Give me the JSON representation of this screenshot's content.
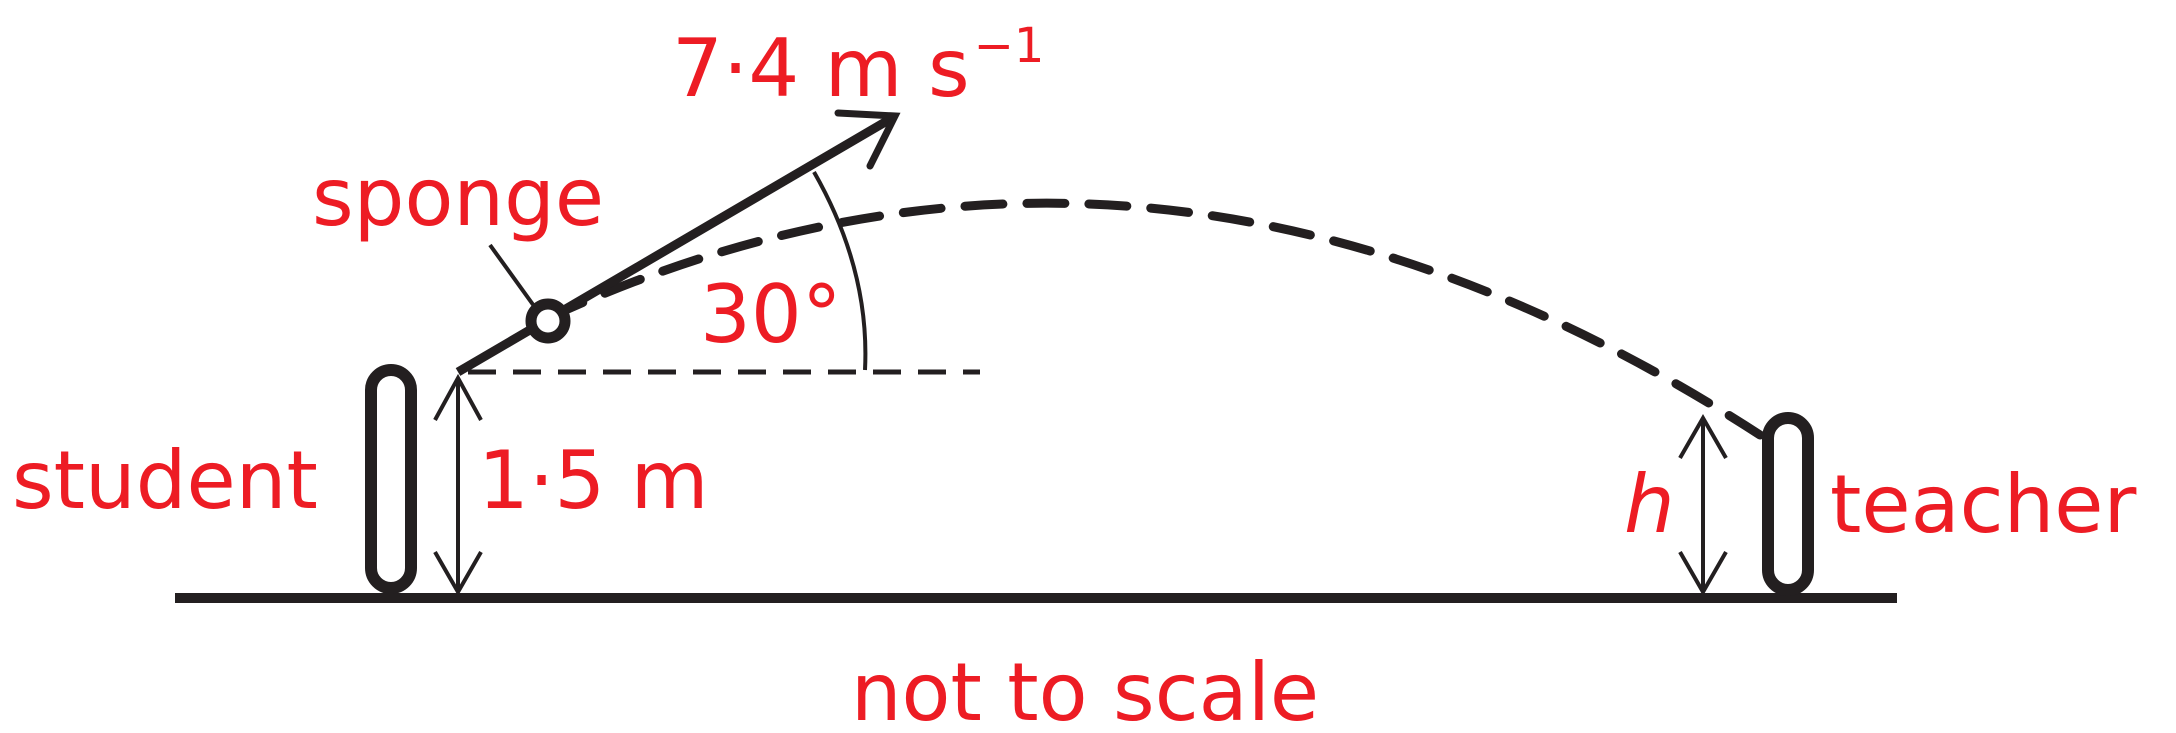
{
  "labels": {
    "velocity": "7·4 m s",
    "velocity_exponent": "−1",
    "sponge": "sponge",
    "angle": "30°",
    "student": "student",
    "launch_height": "1·5 m",
    "landing_height": "h",
    "teacher": "teacher",
    "footnote": "not to scale"
  },
  "colors": {
    "label": "#ed1c24",
    "line": "#231f20"
  }
}
